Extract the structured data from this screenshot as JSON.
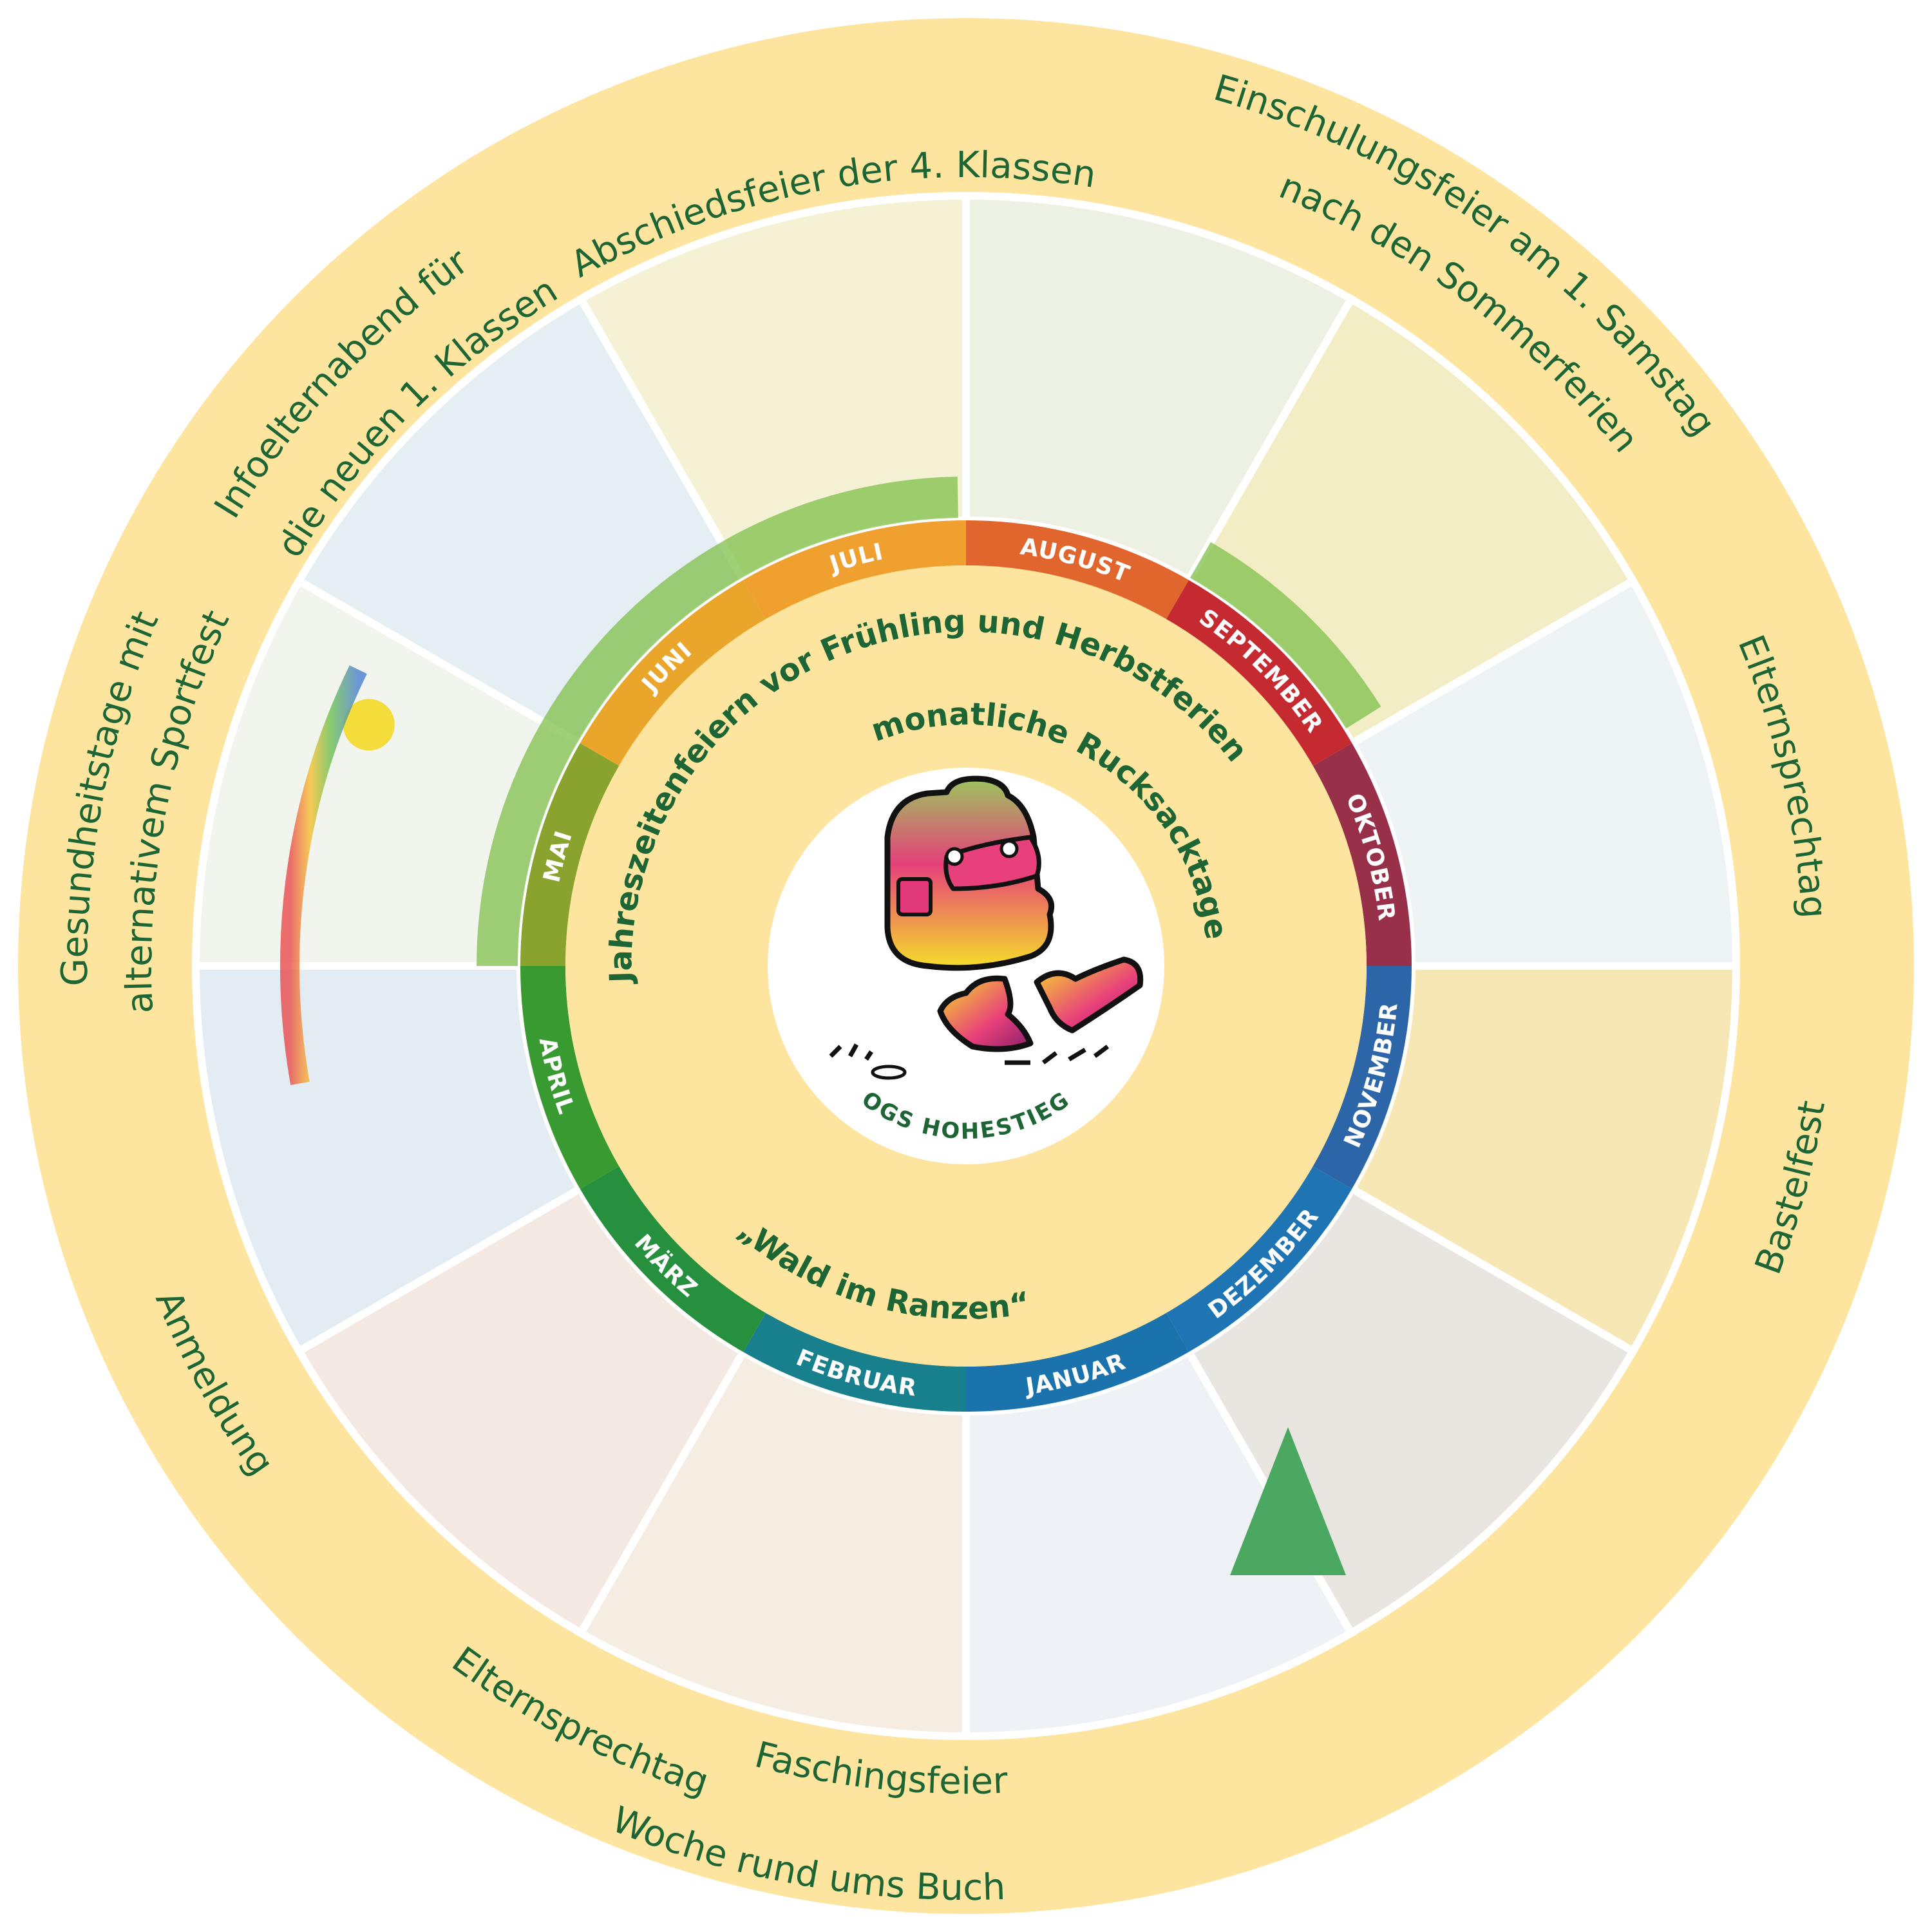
{
  "months": [
    {
      "label": "JULI",
      "color": "#f0a02e",
      "picture": "#f5f1d4"
    },
    {
      "label": "AUGUST",
      "color": "#e0662e",
      "picture": "#edf1e4"
    },
    {
      "label": "SEPTEMBER",
      "color": "#c42a30",
      "picture": "#f3edc6"
    },
    {
      "label": "OKTOBER",
      "color": "#98304a",
      "picture": "#eef3f5"
    },
    {
      "label": "NOVEMBER",
      "color": "#2d66a8",
      "picture": "#f6e7b4"
    },
    {
      "label": "DEZEMBER",
      "color": "#1f74b4",
      "picture": "#e9e6e2"
    },
    {
      "label": "JANUAR",
      "color": "#1a73ad",
      "picture": "#eef2f6"
    },
    {
      "label": "FEBRUAR",
      "color": "#187f8c",
      "picture": "#f5ede2"
    },
    {
      "label": "MÄRZ",
      "color": "#27903f",
      "picture": "#f4e9e2"
    },
    {
      "label": "APRIL",
      "color": "#399a31",
      "picture": "#e3ecf2"
    },
    {
      "label": "MAI",
      "color": "#8aa22e",
      "picture": "#f2f4ee"
    },
    {
      "label": "JUNI",
      "color": "#e9a62a",
      "picture": "#e4eef3"
    }
  ],
  "events": {
    "abschied": "Abschiedsfeier der 4. Klassen",
    "einschulung_1": "Einschulungsfeier am 1. Samstag",
    "einschulung_2": "nach den Sommerferien",
    "elternsprechtag_herbst": "Elternsprechtag",
    "bastelfest": "Bastelfest",
    "fasching": "Faschingsfeier",
    "elternsprechtag_fruehling": "Elternsprechtag",
    "buchwoche": "Woche rund ums Buch",
    "anmeldung": "Anmeldung",
    "gesundheit_1": "Gesundheitstage mit",
    "gesundheit_2": "alternativem Sportfest",
    "info_1": "Infoelternabend für",
    "info_2": "die neuen 1. Klassen"
  },
  "inner": {
    "seasonal": "Jahreszeitenfeiern vor Frühling und Herbstferien",
    "backpack_days": "monatliche Rucksacktage",
    "forest": "„Wald im Ranzen“"
  },
  "logo": {
    "text": "OGS HOHESTIEG"
  },
  "colors": {
    "ring": "#fde5a0",
    "text": "#1d6535",
    "center": "#ffffff"
  }
}
